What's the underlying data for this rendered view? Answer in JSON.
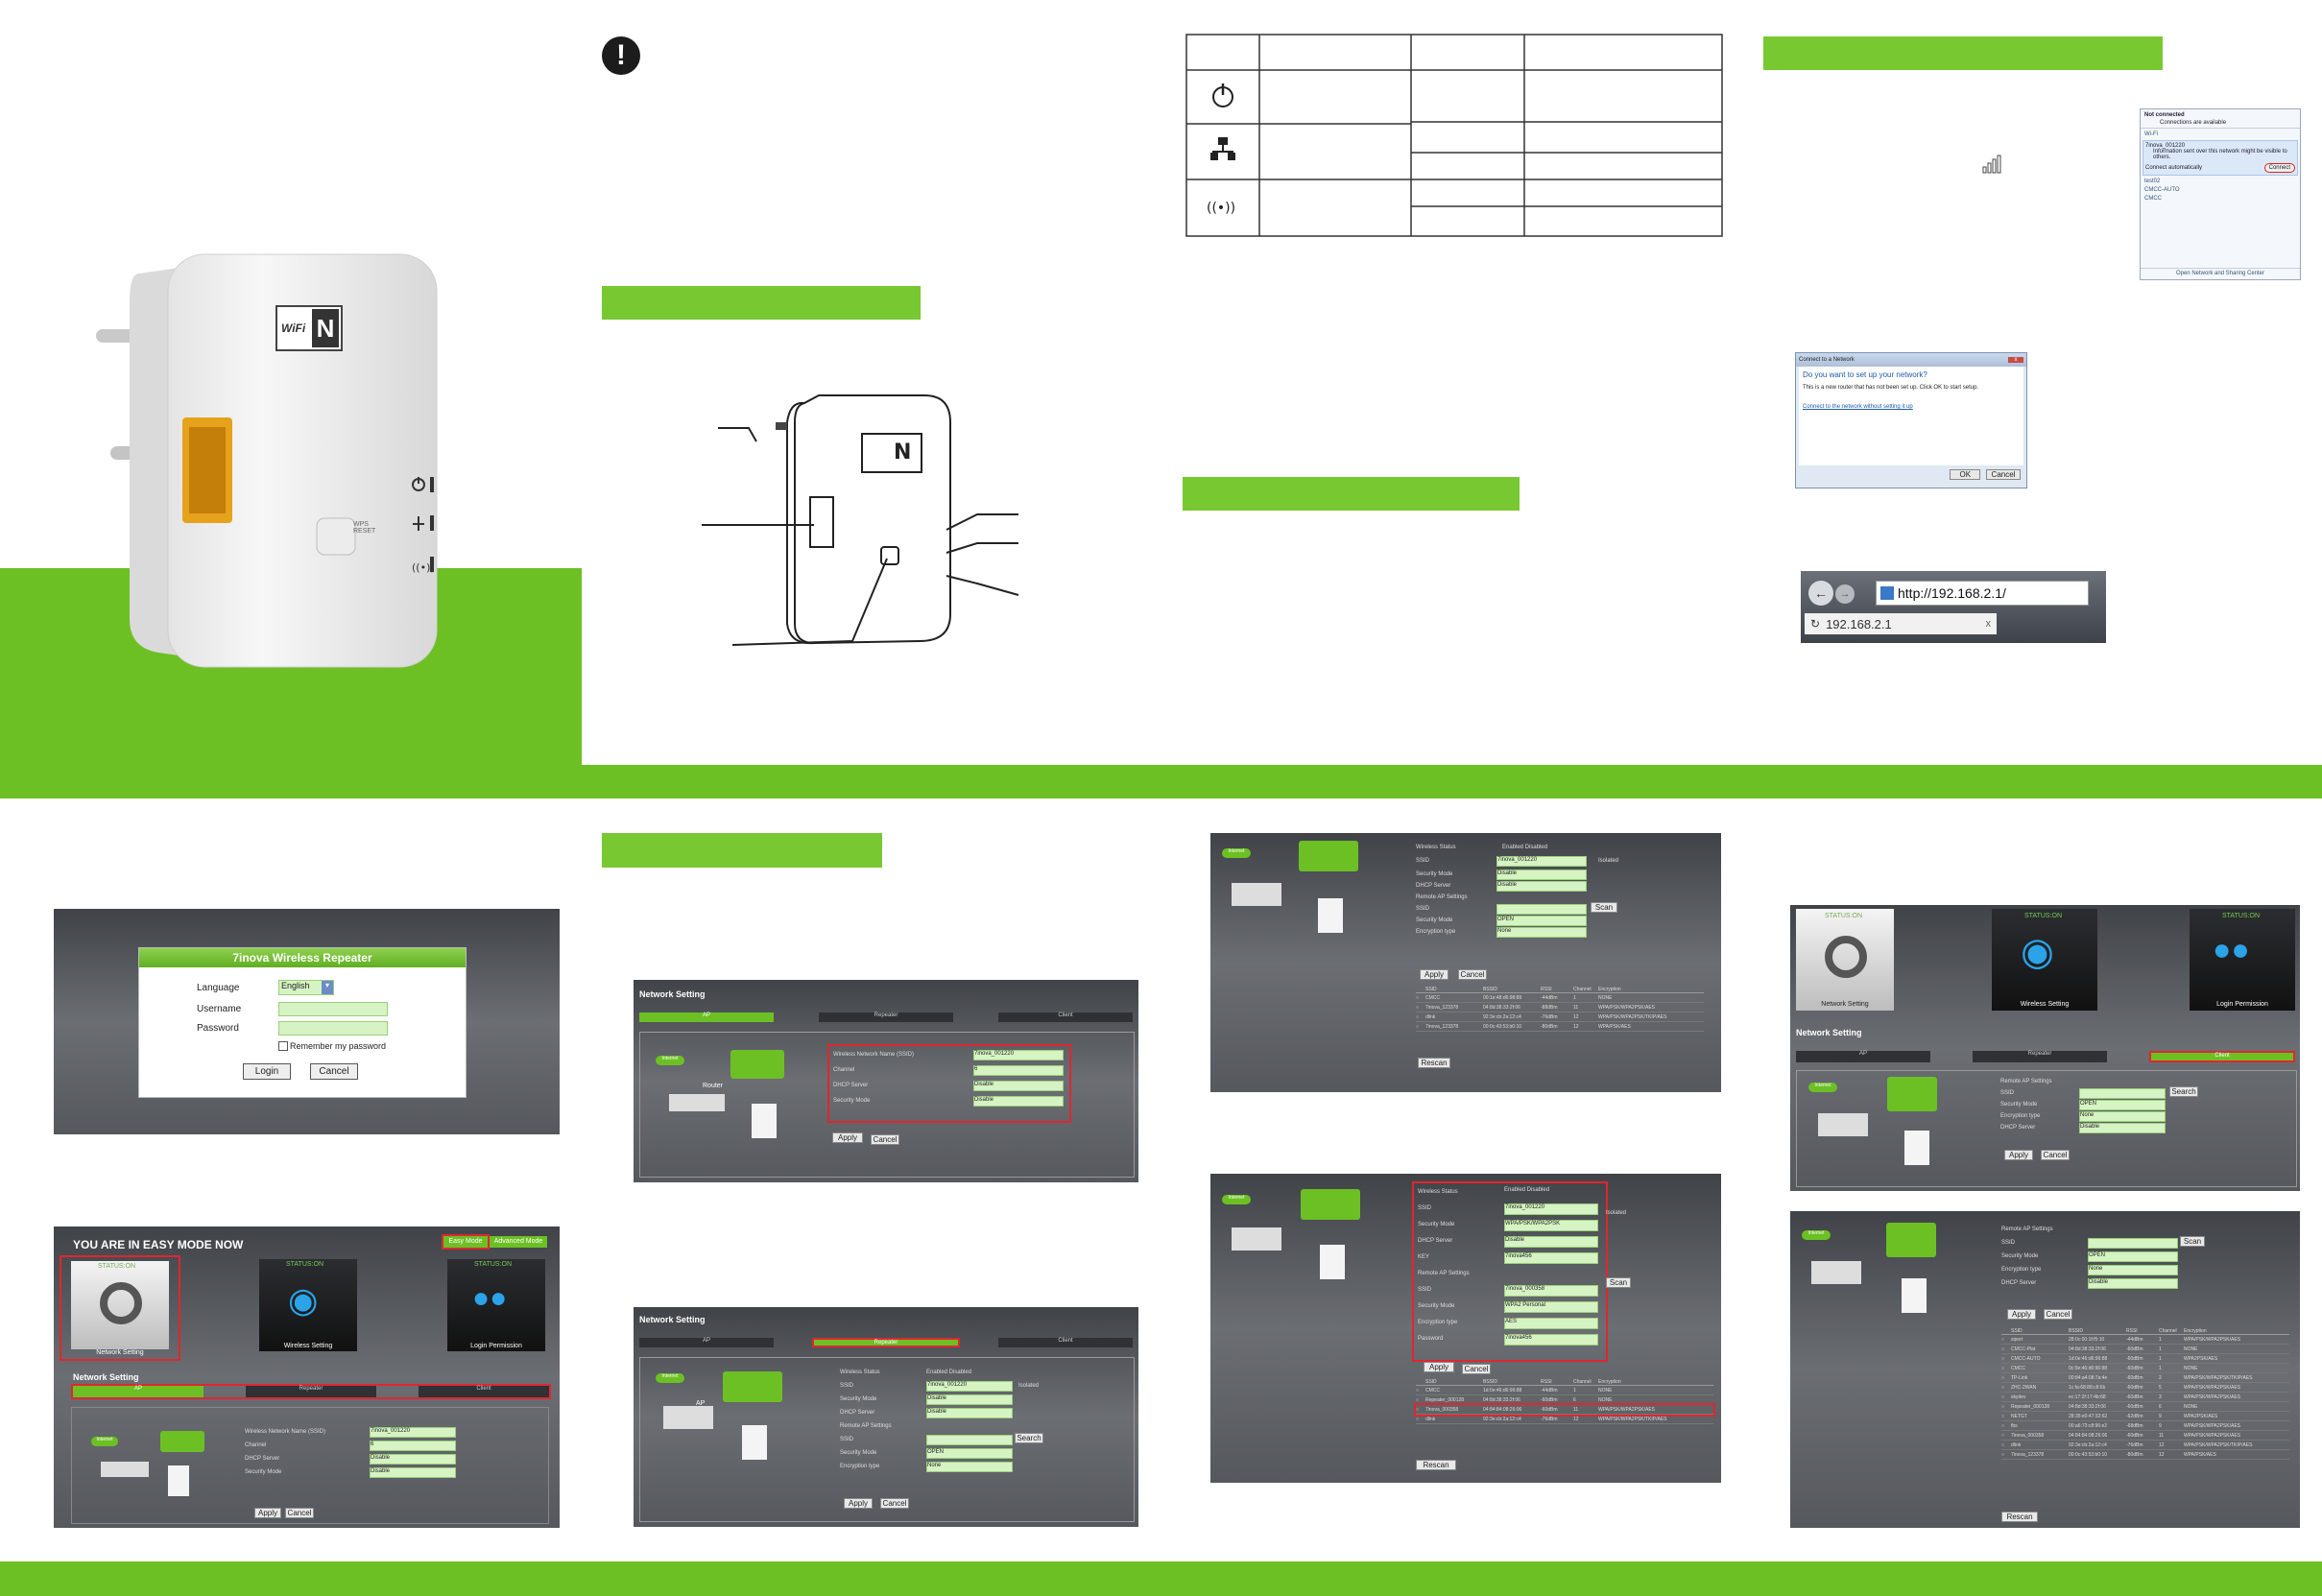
{
  "login": {
    "title": "7inova Wireless Repeater",
    "language_label": "Language",
    "language_value": "English",
    "username_label": "Username",
    "password_label": "Password",
    "remember_label": "Remember my password",
    "login_button": "Login",
    "cancel_button": "Cancel"
  },
  "easy_mode": {
    "heading": "YOU ARE IN EASY MODE NOW",
    "easy_mode_btn": "Easy Mode",
    "advanced_mode_btn": "Advanced Mode",
    "status_on": "STATUS:ON",
    "tiles": [
      "Network Setting",
      "Wireless Setting",
      "Login Permission"
    ],
    "network_setting": "Network Setting",
    "tabs": [
      "AP",
      "Repeater",
      "Client"
    ]
  },
  "ap_panel": {
    "title": "Network Setting",
    "tabs": [
      "AP",
      "Repeater",
      "Client"
    ],
    "fields": [
      {
        "label": "Wireless Network Name (SSID)",
        "value": "7inova_001220"
      },
      {
        "label": "Channel",
        "value": "6"
      },
      {
        "label": "DHCP Server",
        "value": "Disable"
      },
      {
        "label": "Security Mode",
        "value": "Disable"
      }
    ],
    "apply": "Apply",
    "cancel": "Cancel",
    "internet": "Internet",
    "router": "Router"
  },
  "repeater_panel": {
    "title": "Network Setting",
    "tabs": [
      "AP",
      "Repeater",
      "Client"
    ],
    "fields": [
      {
        "label": "Wireless Status",
        "value": "Enabled  Disabled"
      },
      {
        "label": "SSID",
        "value": "7inova_001220"
      },
      {
        "label": "Security Mode",
        "value": "Disable"
      },
      {
        "label": "DHCP Server",
        "value": "Disable"
      },
      {
        "label": "Remote AP Settings",
        "value": ""
      },
      {
        "label": "SSID",
        "value": ""
      },
      {
        "label": "Security Mode",
        "value": "OPEN"
      },
      {
        "label": "Encryption type",
        "value": "None"
      }
    ],
    "search": "Search",
    "apply": "Apply",
    "cancel": "Cancel",
    "isolated": "Isolated",
    "ap": "AP"
  },
  "client_panel": {
    "status_on": "STATUS:ON",
    "tiles": [
      "Network Setting",
      "Wireless Setting",
      "Login Permission"
    ],
    "title": "Network Setting",
    "tabs": [
      "AP",
      "Repeater",
      "Client"
    ],
    "fields": [
      {
        "label": "Remote AP Settings",
        "value": ""
      },
      {
        "label": "SSID",
        "value": ""
      },
      {
        "label": "Security Mode",
        "value": "OPEN"
      },
      {
        "label": "Encryption type",
        "value": "None"
      },
      {
        "label": "DHCP Server",
        "value": "Disable"
      }
    ],
    "search": "Search",
    "apply": "Apply",
    "cancel": "Cancel"
  },
  "wifi_popup": {
    "not_connected": "Not connected",
    "connections_available": "Connections are available",
    "wifi": "Wi-Fi",
    "network": "7inova_001220",
    "info": "Information sent over this network might be visible to others.",
    "connect_auto": "Connect automatically",
    "connect": "Connect",
    "others": [
      "test02",
      "CMCC-AUTO",
      "CMCC"
    ],
    "footer": "Open Network and Sharing Center"
  },
  "dialog": {
    "title": "Connect to a Network",
    "question": "Do you want to set up your network?",
    "body": "This is a new router that has not been set up. Click OK to start setup.",
    "link": "Connect to the network without setting it up",
    "ok": "OK",
    "cancel": "Cancel"
  },
  "browser": {
    "url": "http://192.168.2.1/",
    "suggestion": "192.168.2.1"
  },
  "device": {
    "badge_top": "WiFi",
    "badge_n": "N",
    "reset_label": "WPS RESET"
  },
  "scan_table": {
    "headers": [
      "",
      "SSID",
      "BSSID",
      "RSSI",
      "Channel",
      "Encryption"
    ],
    "rows": [
      [
        "CMCC",
        "00:1e:48:d6:98:89",
        "-44dBm",
        "1",
        "NONE"
      ],
      [
        "7inova_123378",
        "04:8d:38:33:2f:06",
        "-88dBm",
        "11",
        "WPA/PSK/WPA2PSK/AES"
      ],
      [
        "dlink",
        "92:3e:cb:2a:12:c4",
        "-76dBm",
        "12",
        "WPA/PSK/WPA2PSK/TKIP/AES"
      ],
      [
        "7inova_123378",
        "00:0c:43:53:b0:10",
        "-80dBm",
        "12",
        "WPA/PSK/AES"
      ]
    ],
    "rescan": "Rescan",
    "scan": "Scan"
  },
  "repeater_adv": {
    "fields": [
      {
        "label": "Wireless Status",
        "value": "Enabled  Disabled"
      },
      {
        "label": "SSID",
        "value": "7inova_001220"
      },
      {
        "label": "Security Mode",
        "value": "WPA/PSK/WPA2PSK"
      },
      {
        "label": "DHCP Server",
        "value": "Disable"
      },
      {
        "label": "KEY",
        "value": "7inova456"
      },
      {
        "label": "Remote AP Settings",
        "value": ""
      },
      {
        "label": "SSID",
        "value": "7inova_000358"
      },
      {
        "label": "Security Mode",
        "value": "WPA2 Personal"
      },
      {
        "label": "Encryption type",
        "value": "AES"
      },
      {
        "label": "Password",
        "value": "7inova456"
      }
    ],
    "rows": [
      [
        "CMCC",
        "1d:0e:46:d6:96:88",
        "-44dBm",
        "1",
        "NONE"
      ],
      [
        "Repeater_000128",
        "04:8d:38:33:2f:06",
        "-60dBm",
        "6",
        "NONE"
      ],
      [
        "7inova_000358",
        "04:84:84:08:26:06",
        "-60dBm",
        "11",
        "WPA/PSK/WPA2PSK/AES"
      ],
      [
        "dlink",
        "92:3e:cb:2a:12:c4",
        "-76dBm",
        "12",
        "WPA/PSK/WPA2PSK/TKIP/AES"
      ]
    ]
  },
  "client_scan": {
    "rows": [
      [
        "siport",
        "28:0c:00:1f:f5:10",
        "-44dBm",
        "1",
        "WPA/PSK/WPA2PSK/AES"
      ],
      [
        "CMCC-Plat",
        "04:8d:38:33:2f:06",
        "-60dBm",
        "1",
        "NONE"
      ],
      [
        "CMCC-AUTO",
        "1d:0e:46:d6:96:88",
        "-60dBm",
        "1",
        "WPA2PSK/AES"
      ],
      [
        "CMCC",
        "0c:0e:46:d6:96:88",
        "-60dBm",
        "1",
        "NONE"
      ],
      [
        "TP-Link",
        "00:84:a4:08:7a:4e",
        "-60dBm",
        "2",
        "WPA/PSK/WPA2PSK/TKIP/AES"
      ],
      [
        "ZHC-2WAN",
        "1c:fa:68:88:c8:6b",
        "-60dBm",
        "5",
        "WPA/PSK/WPA2PSK/AES"
      ],
      [
        "skydev",
        "ec:17:2f:17:4b:68",
        "-60dBm",
        "3",
        "WPA/PSK/WPA2PSK/AES"
      ],
      [
        "Repeater_000128",
        "04:8d:38:33:2f:06",
        "-60dBm",
        "6",
        "NONE"
      ],
      [
        "NETGT",
        "28:35:e0:47:32:62",
        "-62dBm",
        "9",
        "WPA2PSK/AES"
      ],
      [
        "fbs",
        "00:a6:73:c8:96:e2",
        "-68dBm",
        "9",
        "WPA/PSK/WPA2PSK/AES"
      ],
      [
        "7inova_000358",
        "04:84:84:08:26:06",
        "-60dBm",
        "11",
        "WPA/PSK/WPA2PSK/AES"
      ],
      [
        "dlink",
        "92:3e:cb:2a:12:c4",
        "-76dBm",
        "12",
        "WPA/PSK/WPA2PSK/TKIP/AES"
      ],
      [
        "7inova_123378",
        "00:0c:43:53:b0:10",
        "-80dBm",
        "12",
        "WPA/PSK/AES"
      ]
    ],
    "rescan": "Rescan"
  }
}
